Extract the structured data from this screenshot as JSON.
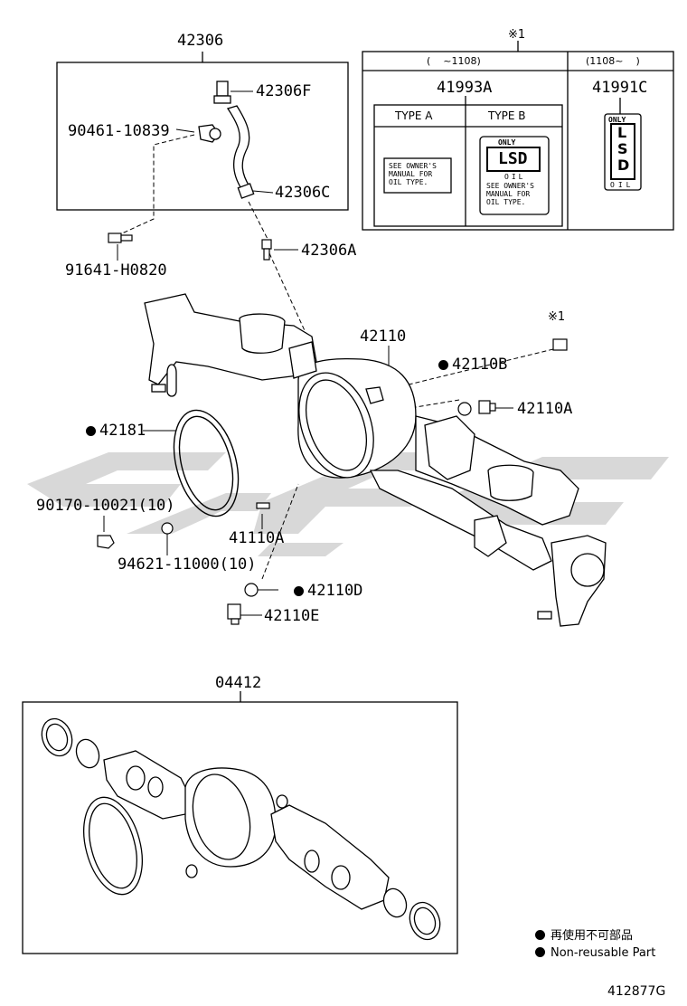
{
  "labels": {
    "box_42306": "42306",
    "p42306F": "42306F",
    "p90461": "90461-10839",
    "p42306C": "42306C",
    "p91641": "91641-H0820",
    "p42306A": "42306A",
    "p42110": "42110",
    "p42110B": "42110B",
    "p42110A": "42110A",
    "p42181": "42181",
    "p90170": "90170-10021(10)",
    "p41110A": "41110A",
    "p94621": "94621-11000(10)",
    "p42110D": "42110D",
    "p42110E": "42110E",
    "kit_04412": "04412",
    "note_mark": "※1"
  },
  "label_table": {
    "mark": "※1",
    "col1_range": "(    ~1108)",
    "col2_range": "(1108~    )",
    "col1_part": "41993A",
    "col2_part": "41991C",
    "type_a": "TYPE A",
    "type_b": "TYPE B",
    "type_a_text": "SEE OWNER'S\nMANUAL FOR\nOIL TYPE.",
    "type_b_only": "ONLY",
    "type_b_lsd": "LSD",
    "type_b_oil": "OIL",
    "type_b_text": "SEE OWNER'S\nMANUAL FOR\nOIL TYPE.",
    "vert_only": "ONLY",
    "vert_l": "L",
    "vert_s": "S",
    "vert_d": "D",
    "vert_oil": "OIL"
  },
  "legend": {
    "jp": "再使用不可部品",
    "en": "Non-reusable Part"
  },
  "figure_id": "412877G",
  "colors": {
    "line": "#000000",
    "watermark": "#d0d0d0",
    "background": "#ffffff"
  }
}
